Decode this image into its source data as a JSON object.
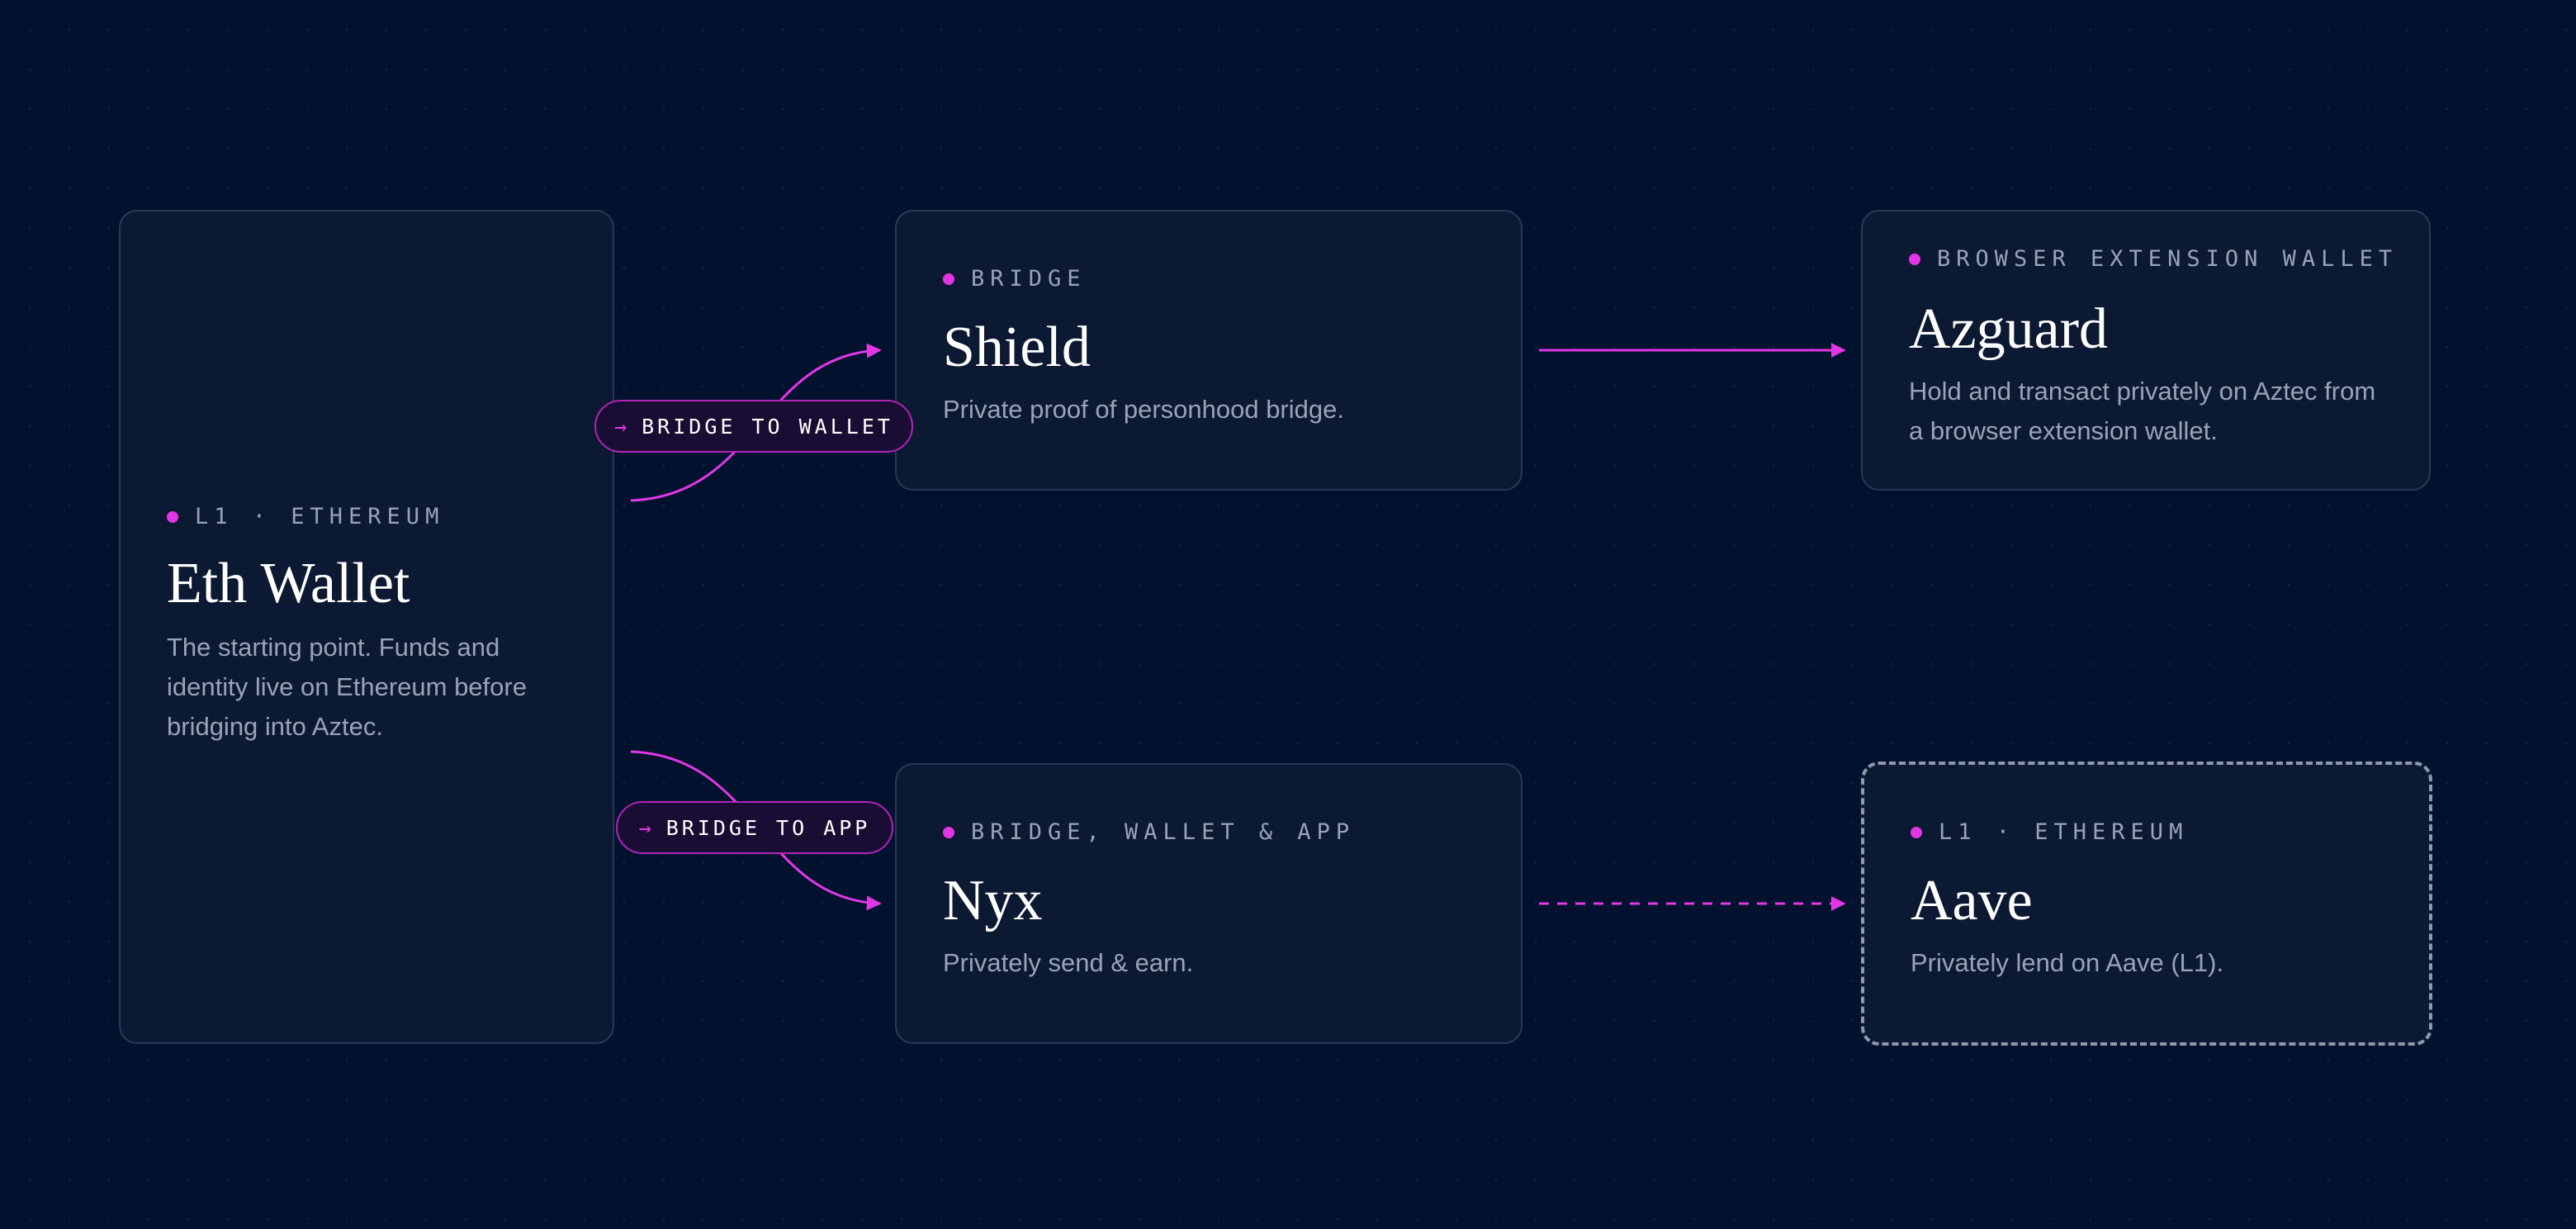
{
  "colors": {
    "background": "#02122e",
    "card": "#0c1932",
    "card_border": "#2a3853",
    "accent": "#e236e6",
    "text_muted": "#9aa3b6",
    "text_primary": "#ffffff"
  },
  "nodes": {
    "eth_wallet": {
      "tag": "L1 · ETHEREUM",
      "title": "Eth Wallet",
      "description": "The starting point. Funds and identity live on Ethereum before bridging into Aztec."
    },
    "shield": {
      "tag": "BRIDGE",
      "title": "Shield",
      "description": "Private proof of personhood bridge."
    },
    "azguard": {
      "tag": "BROWSER EXTENSION WALLET",
      "title": "Azguard",
      "description": "Hold and transact privately on Aztec from a browser extension wallet."
    },
    "nyx": {
      "tag": "BRIDGE, WALLET & APP",
      "title": "Nyx",
      "description": "Privately send & earn."
    },
    "aave": {
      "tag": "L1 · ETHEREUM",
      "title": "Aave",
      "description": "Privately lend on Aave (L1)."
    }
  },
  "edges": {
    "bridge_to_wallet": {
      "arrow": "→",
      "label": "BRIDGE TO WALLET"
    },
    "bridge_to_app": {
      "arrow": "→",
      "label": "BRIDGE TO APP"
    }
  }
}
